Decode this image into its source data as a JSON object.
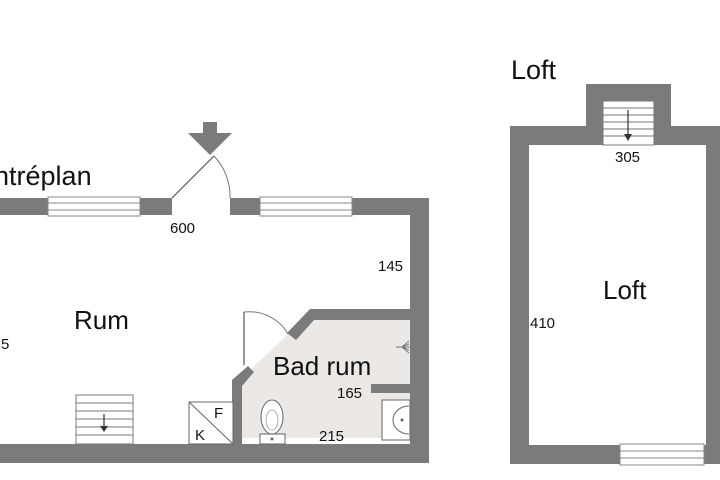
{
  "floors": {
    "entry": {
      "title": "Entréplan",
      "rooms": {
        "rum": "Rum",
        "bad_rum": "Bad rum"
      },
      "dimensions": {
        "width": "600",
        "wall_right": "145",
        "left_partial": "5",
        "bath_inner": "165",
        "bath_bottom": "215"
      },
      "closet": {
        "f": "F",
        "k": "K"
      }
    },
    "loft": {
      "title": "Loft",
      "rooms": {
        "loft": "Loft"
      },
      "dimensions": {
        "stair_width": "305",
        "height": "410"
      }
    }
  },
  "colors": {
    "wall": "#7b7b7b",
    "bath_floor": "#ebe8e5",
    "window_frame": "#888888",
    "text": "#111111"
  },
  "icons": [
    "entrance-arrow-icon",
    "stair-icon",
    "toilet-icon",
    "sink-icon",
    "shower-icon",
    "door-swing-icon"
  ]
}
